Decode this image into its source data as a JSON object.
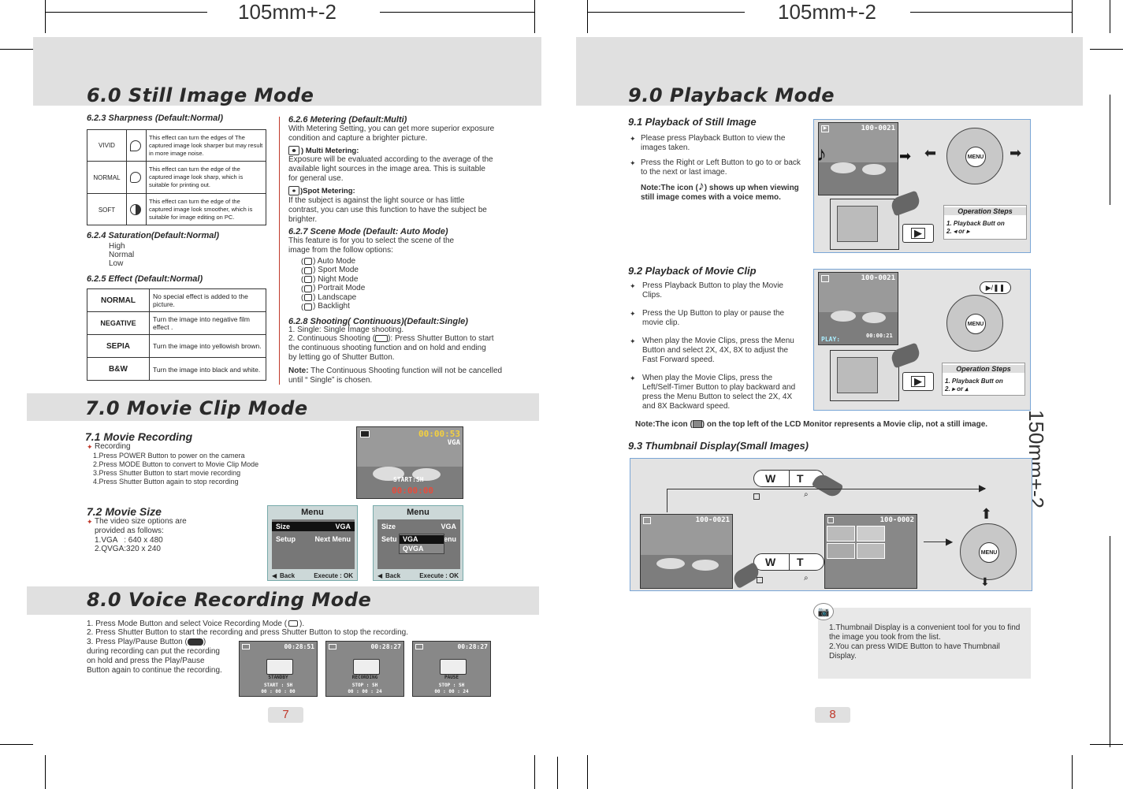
{
  "left": {
    "ruler": "105mm+-2",
    "page_num": "7",
    "s6_title": "6.0 Still Image Mode",
    "sharpness_title": "6.2.3 Sharpness (Default:Normal)",
    "sharpness": [
      {
        "label": "VIVID",
        "desc": "This effect can turn the edges of The captured image look sharper but may result in more image noise."
      },
      {
        "label": "NORMAL",
        "desc": "This effect can turn the edge of the captured image look sharp, which is suitable for printing out."
      },
      {
        "label": "SOFT",
        "desc": "This effect can turn the edge of the captured image look smoother, which is suitable for image editing on PC."
      }
    ],
    "saturation_title": "6.2.4 Saturation(Default:Normal)",
    "saturation": [
      "High",
      "Normal",
      "Low"
    ],
    "effect_title": "6.2.5 Effect (Default:Normal)",
    "effect": [
      {
        "label": "NORMAL",
        "desc": "No special effect is added to the picture."
      },
      {
        "label": "NEGATIVE",
        "desc": "Turn the image into negative film effect ."
      },
      {
        "label": "SEPIA",
        "desc": "Turn the image into yellowish brown."
      },
      {
        "label": "B&W",
        "desc": "Turn the image into black and white."
      }
    ],
    "metering_title": "6.2.6 Metering (Default:Multi)",
    "metering_intro": "With Metering Setting, you can get more superior exposure condition and capture a brighter picture.",
    "multi_label": ") Multi Metering:",
    "multi_text": "Exposure will be evaluated according to the average of the available light sources in the image area. This is suitable for general use.",
    "spot_label": ")Spot Metering:",
    "spot_text": "If the subject is against the light source or has little contrast, you can use this function to have the subject be brighter.",
    "scene_title": "6.2.7 Scene Mode (Default: Auto Mode)",
    "scene_intro": "This feature is for you to select the scene of the image from the follow options:",
    "scenes": [
      ") Auto Mode",
      ") Sport Mode",
      ") Night Mode",
      ") Portrait Mode",
      ") Landscape",
      ") Backlight"
    ],
    "shoot_title": "6.2.8 Shooting( Continuous)(Default:Single)",
    "shoot_1": "1. Single: Single Image shooting.",
    "shoot_2": "2. Continuous Shooting (",
    "shoot_2b": "): Press Shutter Button to start the continuous shooting function and on hold and ending by letting go of Shutter Button.",
    "note_label": "Note:",
    "note_text": " The Continuous Shooting function will not be cancelled until “ Single” is chosen.",
    "s7_title": "7.0 Movie Clip Mode",
    "rec_title": "7.1 Movie Recording",
    "rec_head": "Recording",
    "rec_steps": [
      "1.Press POWER Button to power on the camera",
      "2.Press MODE Button to convert to Movie Clip Mode",
      "3.Press Shutter Button to start movie recording",
      "4.Press Shutter Button again to stop recording"
    ],
    "movie_lcd": {
      "counter": "00:00:53",
      "res": "VGA",
      "start": "START:SH",
      "time": "00:00:00"
    },
    "size_title": "7.2 Movie Size",
    "size_intro": "The video size options are provided as follows:",
    "sizes": [
      "1.VGA   : 640 x 480",
      "2.QVGA:320 x 240"
    ],
    "menu1": {
      "title": "Menu",
      "r1l": "Size",
      "r1v": "VGA",
      "r2l": "Setup",
      "r2v": "Next Menu",
      "back": "Back",
      "exec": "Execute : OK"
    },
    "menu2": {
      "title": "Menu",
      "r1l": "Size",
      "r1v": "VGA",
      "r2l": "Setu",
      "r2v": "enu",
      "opt1": "VGA",
      "opt2": "QVGA",
      "back": "Back",
      "exec": "Execute : OK"
    },
    "s8_title": "8.0 Voice Recording Mode",
    "voice_1": "1. Press Mode Button and select Voice Recording Mode (",
    "voice_1b": ").",
    "voice_2": "2. Press Shutter Button to start the recording and press Shutter Button to stop the recording.",
    "voice_3": "3. Press Play/Pause Button (",
    "voice_3b": ") during recording can put the recording on hold and press the Play/Pause Button again to continue the recording.",
    "voice_screens": [
      {
        "time": "00:28:51",
        "state": "STANDBY",
        "line1": "START : SH",
        "line2": "00 : 00 : 00"
      },
      {
        "time": "00:28:27",
        "state": "RECORDING",
        "line1": "STOP : SH",
        "line2": "00 : 00 : 24"
      },
      {
        "time": "00:28:27",
        "state": "PAUSE",
        "line1": "STOP : SH",
        "line2": "00 : 00 : 24"
      }
    ]
  },
  "right": {
    "ruler": "105mm+-2",
    "side_ruler": "150mm+-2",
    "page_num": "8",
    "s9_title": "9.0 Playback Mode",
    "still_title": "9.1 Playback of Still Image",
    "still_1": "Please press Playback Button to view the images taken.",
    "still_2": "Press the Right or Left Button to go to or back to the next or last image.",
    "still_note_a": "Note:The icon (",
    "still_note_b": ") shows up when viewing  still image comes  with a voice memo.",
    "file_no": "100-0021",
    "file_no_2": "100-0002",
    "ops_title": "Operation Steps",
    "ops1_line1": "1. Playback Butt on",
    "ops1_line2": "2.",
    "ops1_or": "or",
    "movie_title": "9.2 Playback of Movie Clip",
    "movie_steps": [
      "Press Playback Button to play the Movie Clips.",
      "Press the Up Button to play or pause the movie clip.",
      "When play the Movie Clips, press the Menu Button and select 2X, 4X, 8X to adjust the Fast Forward speed.",
      "When play the Movie Clips, press the Left/Self-Timer Button to play backward and press the Menu Button to select the 2X, 4X and 8X Backward speed."
    ],
    "play_label": "PLAY:",
    "play_time": "00:00:21",
    "movie_note_a": "Note:The icon (",
    "movie_note_b": ") on the top left of the LCD Monitor represents a Movie clip, not a still image.",
    "thumb_title": "9.3 Thumbnail Display(Small Images)",
    "zoom_w": "W",
    "zoom_t": "T",
    "menu_label": "MENU",
    "thumb_notes": [
      "1.Thumbnail Display is a convenient tool for you to find the image you took from the list.",
      "2.You can press WIDE Button to have Thumbnail Display."
    ]
  }
}
